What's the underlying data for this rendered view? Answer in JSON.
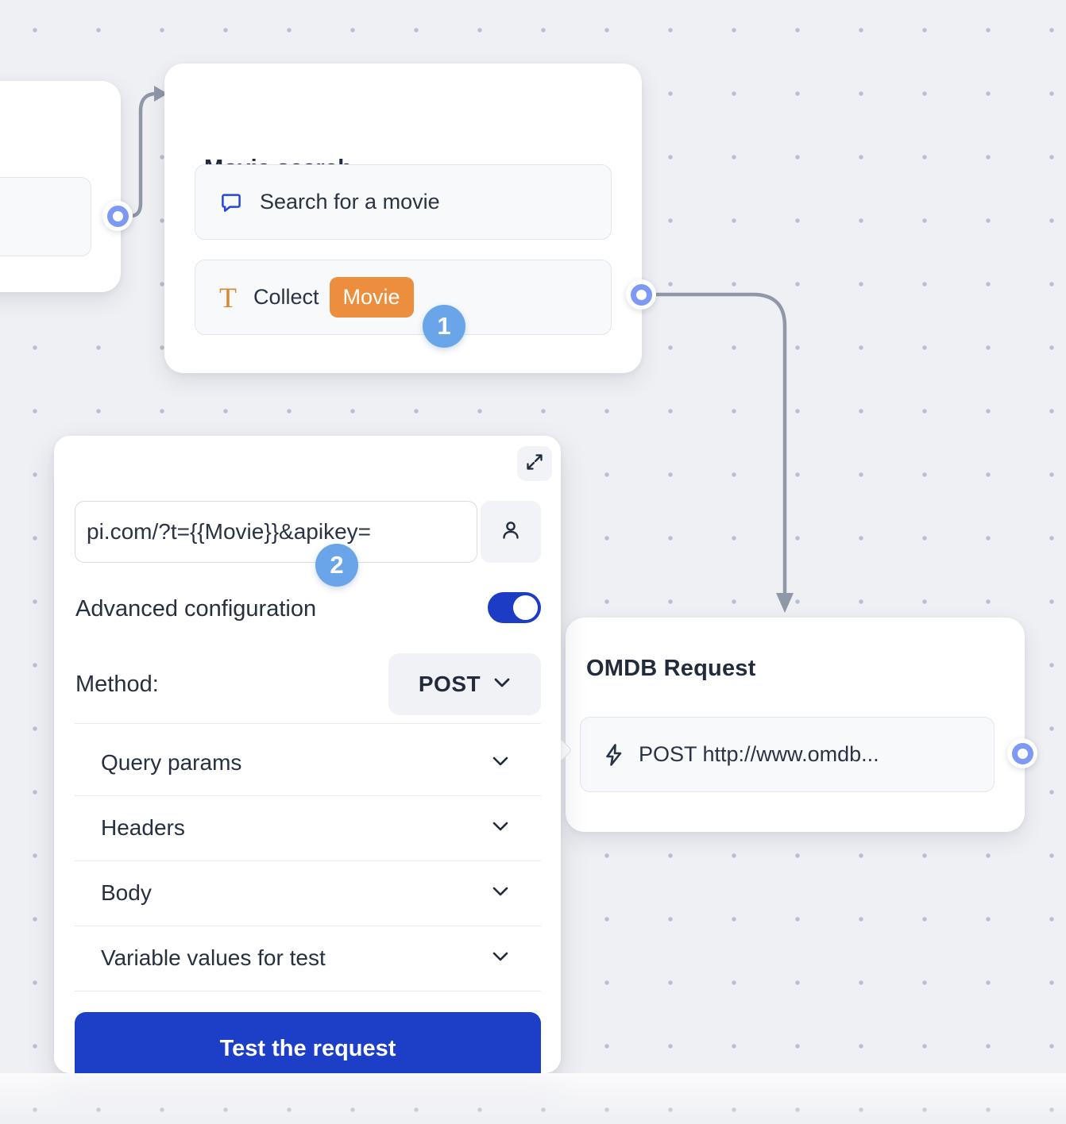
{
  "canvas": {
    "background": "#eff0f4",
    "dot_color": "#b8c0d3"
  },
  "colors": {
    "accent_blue": "#1d3cc6",
    "button_blue": "#1d3fc8",
    "badge_orange": "#ec8e3d",
    "icon_orange": "#dd862e",
    "icon_blue": "#2446df",
    "step_badge_blue": "#6aa4e9",
    "port_ring_blue": "#7d99f4",
    "connector_gray": "#9097a6",
    "text_dark": "#222b3c"
  },
  "steps": {
    "one": "1",
    "two": "2"
  },
  "nodes": {
    "movie_search": {
      "title": "Movie search",
      "items": [
        {
          "icon": "chat-bubble-icon",
          "label": "Search for a movie"
        },
        {
          "icon": "text-input-icon",
          "label": "Collect",
          "variable_badge": "Movie"
        }
      ]
    },
    "omdb_request": {
      "title": "OMDB Request",
      "item": {
        "icon": "lightning-icon",
        "label": "POST http://www.omdb..."
      }
    }
  },
  "request_panel": {
    "url_input_value": "pi.com/?t={{Movie}}&apikey=",
    "advanced_configuration_label": "Advanced configuration",
    "advanced_configuration_enabled": true,
    "method_label": "Method:",
    "method_value": "POST",
    "sections": [
      {
        "label": "Query params"
      },
      {
        "label": "Headers"
      },
      {
        "label": "Body"
      },
      {
        "label": "Variable values for test"
      }
    ],
    "test_button_label": "Test the request"
  }
}
